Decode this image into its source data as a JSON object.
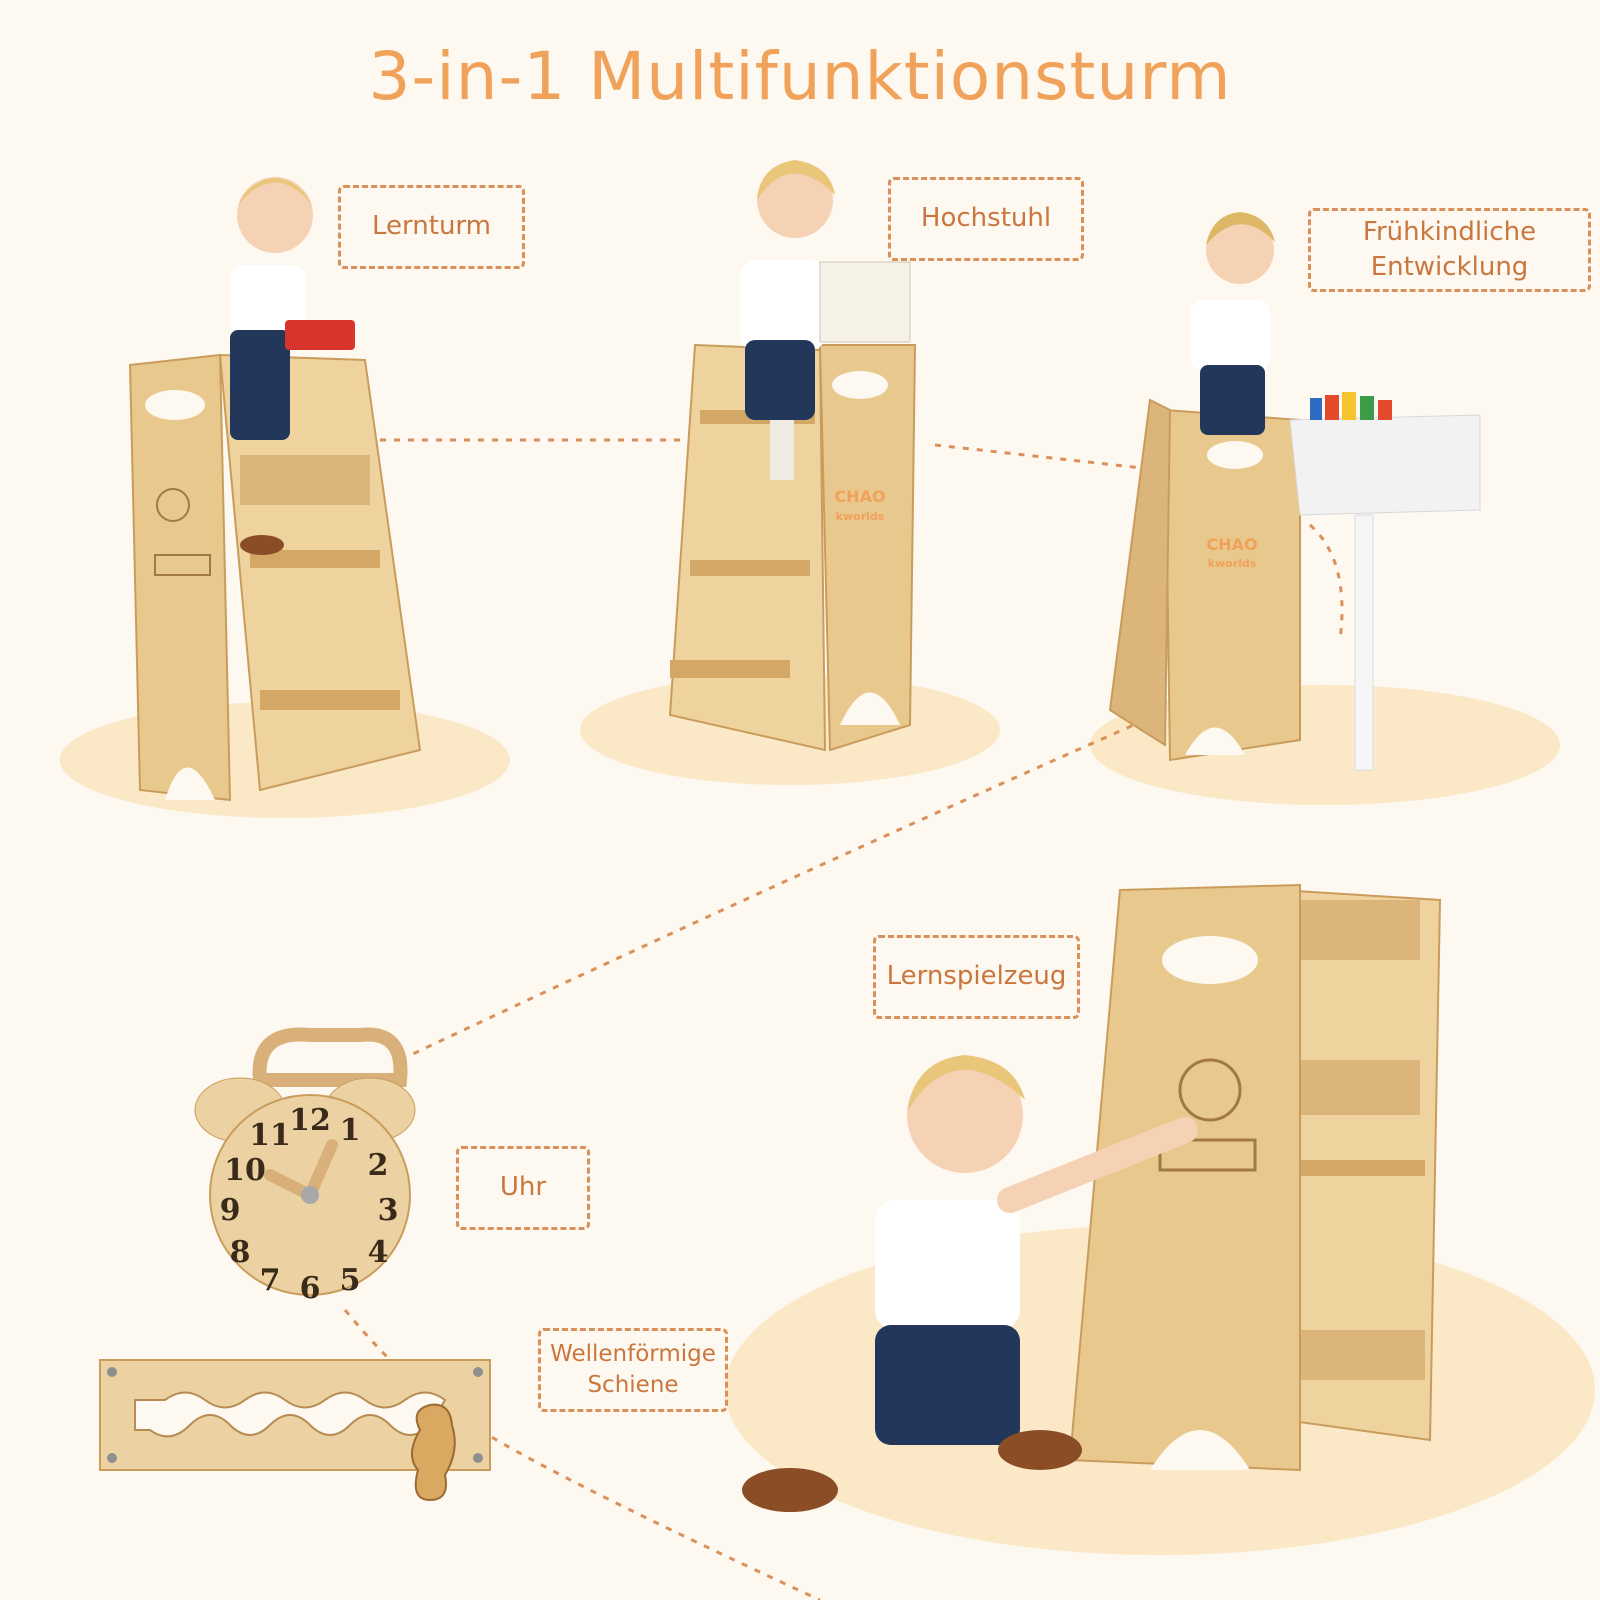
{
  "title": "3-in-1 Multifunktionsturm",
  "labels": {
    "lernturm": "Lernturm",
    "hochstuhl": "Hochstuhl",
    "fruehkindlich_line1": "Frühkindliche",
    "fruehkindlich_line2": "Entwicklung",
    "lernspielzeug": "Lernspielzeug",
    "uhr": "Uhr",
    "schiene_line1": "Wellenförmige",
    "schiene_line2": "Schiene"
  },
  "brand": {
    "line1": "CHAO",
    "line2": "kworlds"
  },
  "clock_numbers": [
    "12",
    "1",
    "2",
    "3",
    "4",
    "5",
    "6",
    "7",
    "8",
    "9",
    "10",
    "11"
  ],
  "colors": {
    "background": "#fdf8f0",
    "accent": "#f0a25a",
    "label_border": "#d9905a",
    "wood": "#e9c88e",
    "wood_dark": "#c99c5c",
    "shadow_ellipse": "#fbe8c6"
  }
}
